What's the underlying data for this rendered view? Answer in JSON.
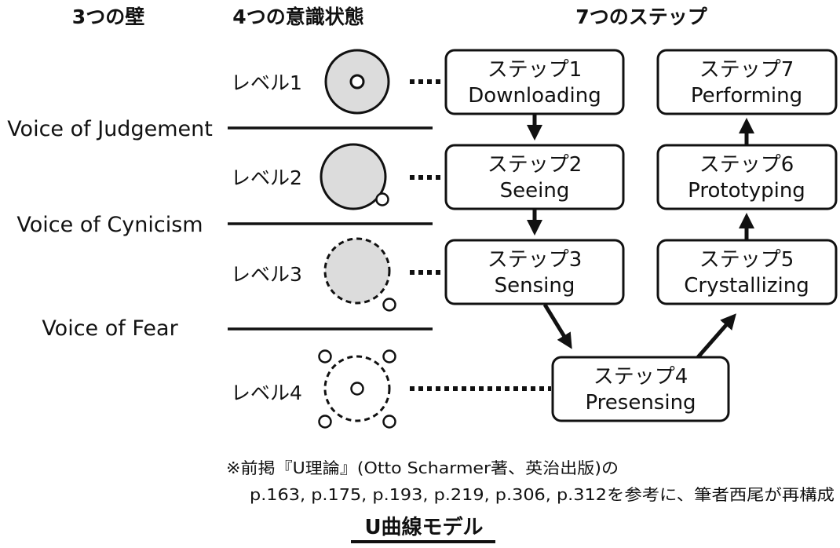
{
  "headers": {
    "walls": "3つの壁",
    "states": "4つの意識状態",
    "steps": "7つのステップ"
  },
  "walls": [
    {
      "label": "Voice of Judgement"
    },
    {
      "label": "Voice of Cynicism"
    },
    {
      "label": "Voice of Fear"
    }
  ],
  "levels": [
    {
      "label": "レベル1",
      "icon": "solid-circle-with-inner-dot"
    },
    {
      "label": "レベル2",
      "icon": "solid-circle-with-edge-dot"
    },
    {
      "label": "レベル3",
      "icon": "dashed-circle-with-outer-dot"
    },
    {
      "label": "レベル4",
      "icon": "dashed-circle-with-four-outer-dots"
    }
  ],
  "steps": [
    {
      "jp": "ステップ1",
      "en": "Downloading"
    },
    {
      "jp": "ステップ2",
      "en": "Seeing"
    },
    {
      "jp": "ステップ3",
      "en": "Sensing"
    },
    {
      "jp": "ステップ4",
      "en": "Presensing"
    },
    {
      "jp": "ステップ5",
      "en": "Crystallizing"
    },
    {
      "jp": "ステップ6",
      "en": "Prototyping"
    },
    {
      "jp": "ステップ7",
      "en": "Performing"
    }
  ],
  "footnote": {
    "line1": "※前掲『U理論』(Otto Scharmer著、英治出版)の",
    "line2": "p.163, p.175, p.193, p.219, p.306, p.312を参考に、筆者西尾が再構成"
  },
  "caption": "U曲線モデル",
  "colors": {
    "stroke": "#111111",
    "circle_fill": "#dcdcdc",
    "box_fill": "#ffffff"
  }
}
